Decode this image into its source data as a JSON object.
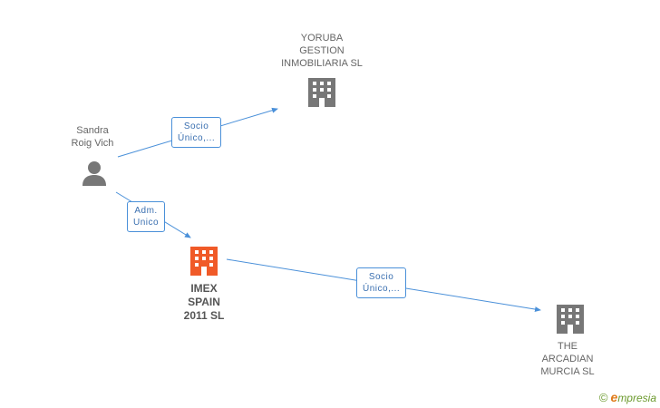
{
  "nodes": {
    "sandra": {
      "lines": [
        "Sandra",
        "Roig Vich"
      ],
      "type": "person"
    },
    "yoruba": {
      "lines": [
        "YORUBA",
        "GESTION",
        "INMOBILIARIA SL"
      ],
      "type": "company"
    },
    "imex": {
      "lines": [
        "IMEX",
        "SPAIN",
        "2011 SL"
      ],
      "type": "company-main"
    },
    "arcadian": {
      "lines": [
        "THE",
        "ARCADIAN",
        "MURCIA SL"
      ],
      "type": "company"
    }
  },
  "edges": {
    "sandra_yoruba": {
      "lines": [
        "Socio",
        "Único,..."
      ]
    },
    "sandra_imex": {
      "lines": [
        "Adm.",
        "Unico"
      ]
    },
    "imex_arcadian": {
      "lines": [
        "Socio",
        "Único,..."
      ]
    }
  },
  "colors": {
    "edge": "#4a90d9",
    "company": "#777777",
    "main_company": "#f05a28",
    "person": "#777777"
  },
  "icons": {
    "person": "person-icon",
    "company": "building-icon"
  },
  "brand": {
    "copyright": "©",
    "initial": "e",
    "rest": "mpresia"
  }
}
